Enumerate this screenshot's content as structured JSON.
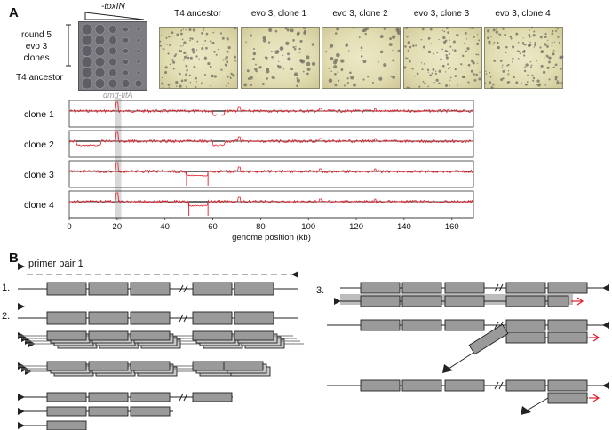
{
  "panel_a": {
    "letter": "A",
    "spot_assay": {
      "gene_label": "-toxIN",
      "row_label_top": [
        "round 5",
        "evo 3",
        "clones"
      ],
      "row_label_bottom": "T4 ancestor"
    },
    "plaque_photos": [
      "T4 ancestor",
      "evo 3, clone 1",
      "evo 3, clone 2",
      "evo 3, clone 3",
      "evo 3, clone 4"
    ],
    "highlight_label": "dmd-tifA",
    "coverage_tracks": [
      "clone 1",
      "clone 2",
      "clone 3",
      "clone 4"
    ],
    "chart_data": {
      "type": "line",
      "title": "",
      "xlabel": "genome position (kb)",
      "ylabel": "",
      "xlim": [
        0,
        169
      ],
      "xticks": [
        0,
        20,
        40,
        60,
        80,
        100,
        120,
        140,
        160
      ],
      "highlight_region_kb": [
        19.5,
        21
      ],
      "series": [
        {
          "name": "clone 1",
          "spike_kb": 20,
          "deletions_kb": [
            [
              60,
              65
            ]
          ]
        },
        {
          "name": "clone 2",
          "spike_kb": 20,
          "deletions_kb": [
            [
              3,
              13
            ],
            [
              60,
              65
            ]
          ]
        },
        {
          "name": "clone 3",
          "spike_kb": 20,
          "deletions_kb": [
            [
              49,
              58
            ]
          ]
        },
        {
          "name": "clone 4",
          "spike_kb": 20,
          "deletions_kb": [
            [
              50,
              58
            ]
          ]
        }
      ],
      "colors": {
        "coverage": "#e0202a",
        "baseline": "#111111",
        "highlight": "#d8d8d8"
      }
    }
  },
  "panel_b": {
    "letter": "B",
    "primer_label": "primer pair 1",
    "step_labels": [
      "1.",
      "2.",
      "3."
    ],
    "colors": {
      "gene_fill": "#9a9a9a",
      "stroke": "#222222",
      "arrow_red": "#e0202a",
      "shadow": "#c8c8c8"
    }
  }
}
